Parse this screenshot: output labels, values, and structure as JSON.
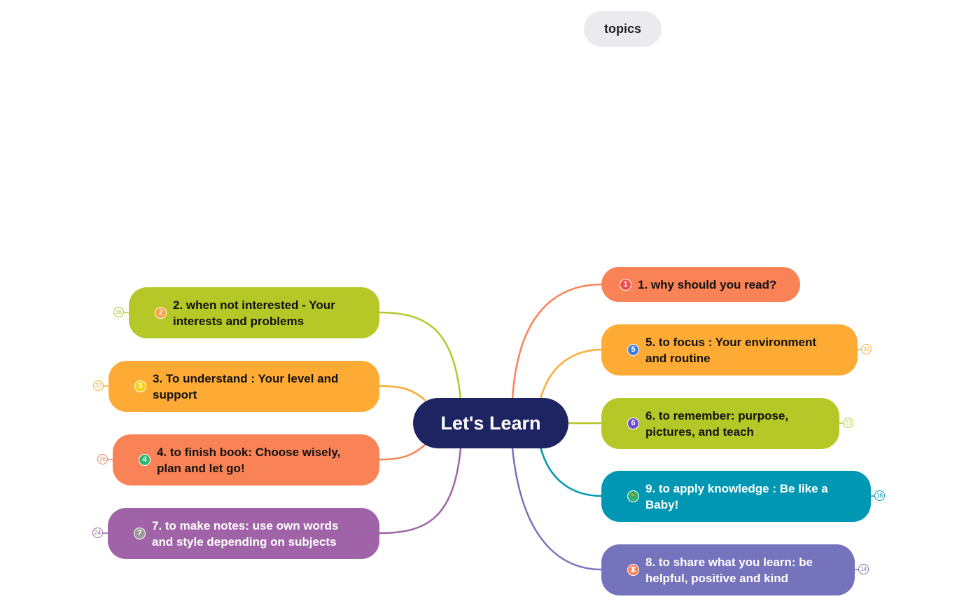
{
  "toolbar": {
    "topics_label": "topics"
  },
  "center": {
    "label": "Let's Learn"
  },
  "colors": {
    "orange": "#f98357",
    "yellow": "#feab35",
    "green": "#b5c827",
    "purple": "#a063a8",
    "teal": "#0097b4",
    "indigo": "#7673bd",
    "navy": "#1e2361"
  },
  "nodes": [
    {
      "badge": "1",
      "badge_icon": "number-1-icon",
      "label": "1. why should you read?",
      "count": ""
    },
    {
      "badge": "2",
      "badge_icon": "number-2-icon",
      "label": "2. when not interested - Your interests and problems",
      "count": "36"
    },
    {
      "badge": "3",
      "badge_icon": "number-3-icon",
      "label": "3. To understand : Your level and support",
      "count": "32"
    },
    {
      "badge": "4",
      "badge_icon": "number-4-icon",
      "label": "4. to finish book: Choose wisely, plan and let go!",
      "count": "36"
    },
    {
      "badge": "5",
      "badge_icon": "number-5-icon",
      "label": "5. to focus : Your environment and routine",
      "count": "39"
    },
    {
      "badge": "6",
      "badge_icon": "number-6-icon",
      "label": "6. to remember:  purpose, pictures,  and teach",
      "count": "23"
    },
    {
      "badge": "7",
      "badge_icon": "number-7-icon",
      "label": "7. to make notes: use own words and style depending on subjects",
      "count": "24"
    },
    {
      "badge": "⧗",
      "badge_icon": "hourglass-icon",
      "label": "8. to share what you learn: be helpful, positive and kind",
      "count": "14"
    },
    {
      "badge": "🏃",
      "badge_icon": "running-person-icon",
      "label": "9. to apply knowledge : Be like a Baby!",
      "count": "18"
    }
  ]
}
